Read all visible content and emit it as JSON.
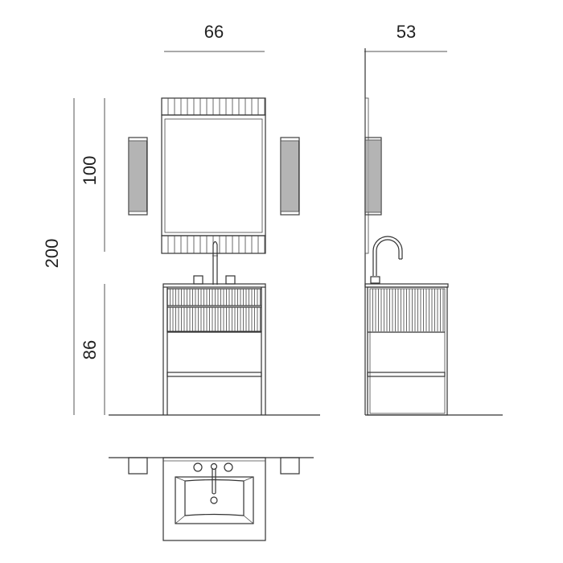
{
  "dimensions": {
    "front_width": "66",
    "side_depth": "53",
    "total_height": "200",
    "mirror_height": "100",
    "vanity_height": "86"
  },
  "colors": {
    "line": "#333333",
    "background": "#ffffff"
  }
}
